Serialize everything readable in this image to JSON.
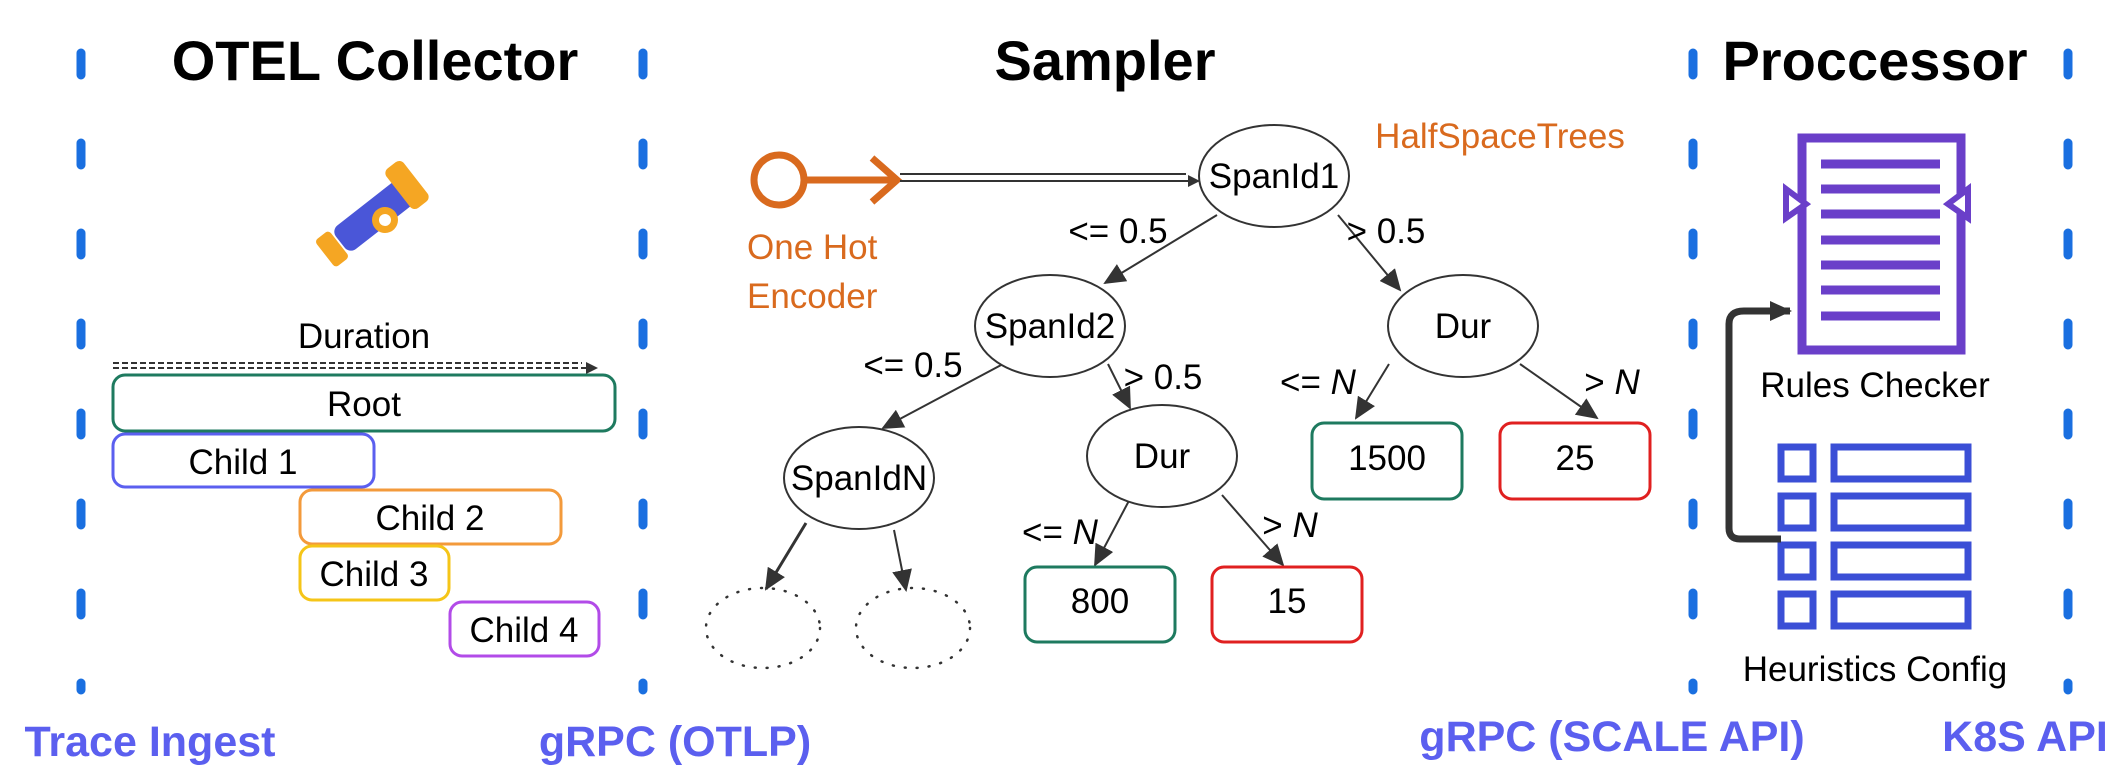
{
  "sections": {
    "collector_title": "OTEL Collector",
    "sampler_title": "Sampler",
    "processor_title": "Proccessor"
  },
  "collector": {
    "duration_label": "Duration",
    "spans": [
      "Root",
      "Child 1",
      "Child 2",
      "Child 3",
      "Child 4"
    ],
    "icon": "telescope-icon"
  },
  "sampler": {
    "encoder_label_1": "One Hot",
    "encoder_label_2": "Encoder",
    "model_label": "HalfSpaceTrees",
    "nodes": {
      "root": "SpanId1",
      "left": "SpanId2",
      "right": "Dur",
      "left_left": "SpanIdN",
      "left_right": "Dur"
    },
    "edges": {
      "root_left": "<= 0.5",
      "root_right": "> 0.5",
      "l_left": "<= 0.5",
      "l_right": "> 0.5",
      "r_left_op": "<=",
      "r_right_op": ">",
      "lr_left_op": "<=",
      "lr_right_op": ">",
      "var": "N"
    },
    "leaves": [
      "1500",
      "25",
      "800",
      "15"
    ]
  },
  "processor": {
    "rules_label": "Rules Checker",
    "config_label": "Heuristics Config",
    "icons": [
      "rules-document-icon",
      "config-table-icon"
    ]
  },
  "footer": {
    "trace_ingest": "Trace Ingest",
    "grpc_otlp": "gRPC (OTLP)",
    "grpc_scale": "gRPC (SCALE API)",
    "k8s_api": "K8S API"
  },
  "colors": {
    "divider": "#1a6fe0",
    "api_text": "#5b5fef",
    "encoder": "#d96a1e",
    "root_span": "#1e7a5f",
    "child1_span": "#5b5fef",
    "child2_span": "#f39a3b",
    "child3_span": "#f5c518",
    "child4_span": "#b24be8",
    "leaf_green": "#1e7a5f",
    "leaf_red": "#e02020",
    "rules_icon": "#6a3fc9",
    "config_icon": "#3b4fd6"
  }
}
